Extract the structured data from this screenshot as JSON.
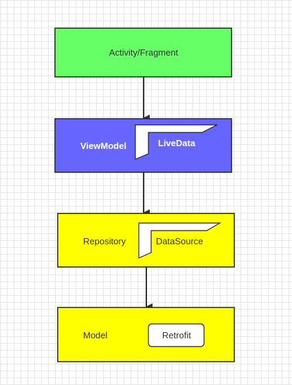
{
  "nodes": {
    "activity": {
      "label": "Activity/Fragment",
      "fill": "#66FF66"
    },
    "viewmodel": {
      "label": "ViewModel",
      "fill": "#6666FF",
      "inner": {
        "label": "LiveData"
      }
    },
    "repository": {
      "label": "Repository",
      "fill": "#FFFF00",
      "inner": {
        "label": "DataSource"
      }
    },
    "model": {
      "label": "Model",
      "fill": "#FFFF00",
      "inner": {
        "label": "Retrofit"
      }
    }
  },
  "colors": {
    "stroke": "#222222",
    "arrow": "#333333",
    "inner_fill": "#FFFFFF"
  }
}
